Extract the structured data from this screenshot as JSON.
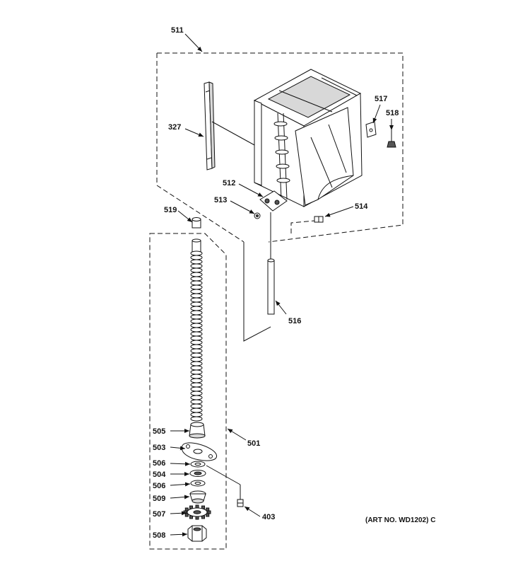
{
  "callouts": {
    "c511": "511",
    "c327": "327",
    "c517": "517",
    "c518": "518",
    "c512": "512",
    "c513": "513",
    "c514": "514",
    "c519": "519",
    "c516": "516",
    "c505": "505",
    "c501": "501",
    "c503": "503",
    "c506a": "506",
    "c504": "504",
    "c506b": "506",
    "c509": "509",
    "c507": "507",
    "c508": "508",
    "c403": "403"
  },
  "art_number": "(ART NO. WD1202) C"
}
